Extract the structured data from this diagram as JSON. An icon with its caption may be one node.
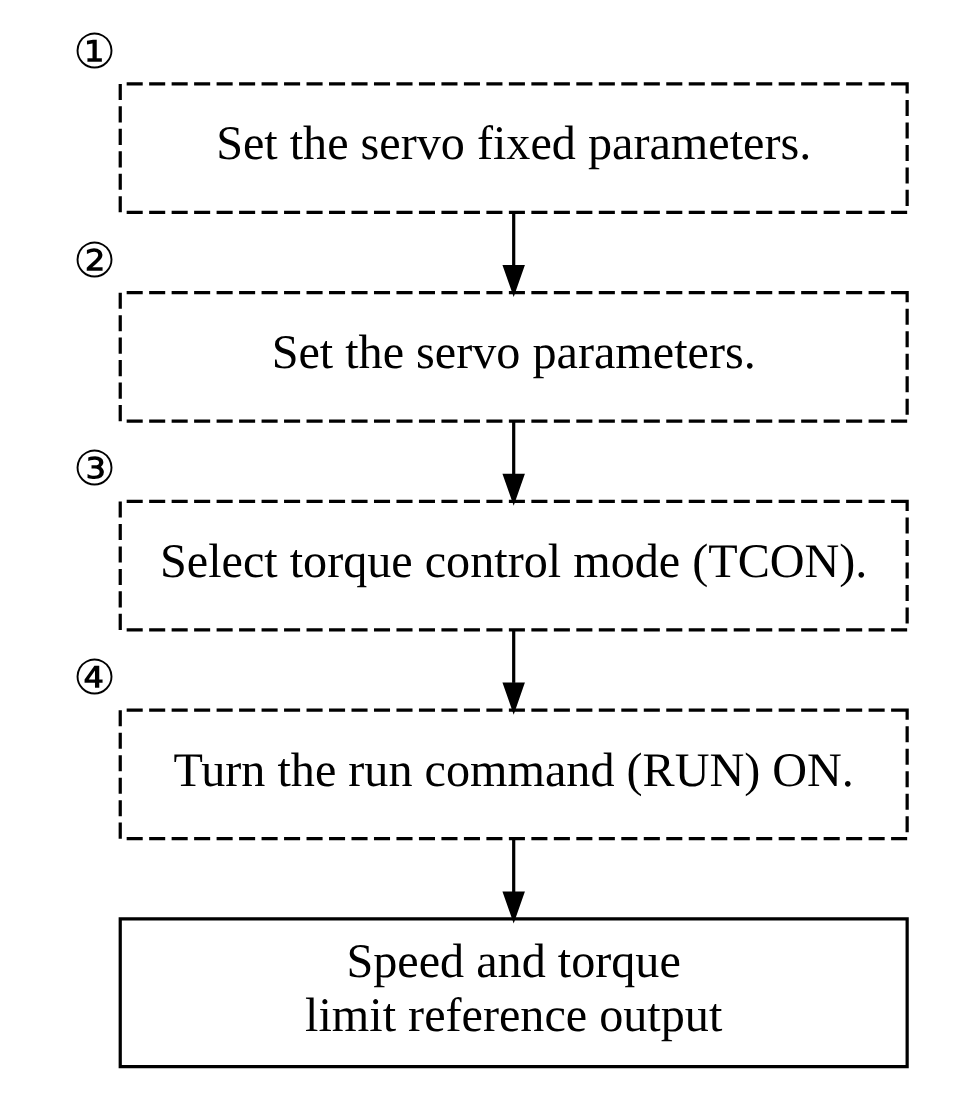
{
  "diagram": {
    "nodes": [
      {
        "text": [
          "Set the servo fixed parameters."
        ],
        "beside": [
          "①"
        ]
      },
      {
        "text": [
          "Set the servo parameters."
        ],
        "beside": [
          "②"
        ]
      },
      {
        "text": [
          "Select torque control mode (TCON)."
        ],
        "beside": [
          "③"
        ]
      },
      {
        "text": [
          "Turn the run command (RUN) ON."
        ],
        "beside": [
          "④"
        ]
      },
      {
        "text": [
          "Speed and torque limit reference output"
        ]
      }
    ],
    "edges": [
      {
        "from": 0,
        "to": 1,
        "arrow": "to"
      },
      {
        "from": 1,
        "to": 2,
        "arrow": "to"
      },
      {
        "from": 2,
        "to": 3,
        "arrow": "to"
      },
      {
        "from": 3,
        "to": 4,
        "arrow": "to"
      }
    ]
  }
}
